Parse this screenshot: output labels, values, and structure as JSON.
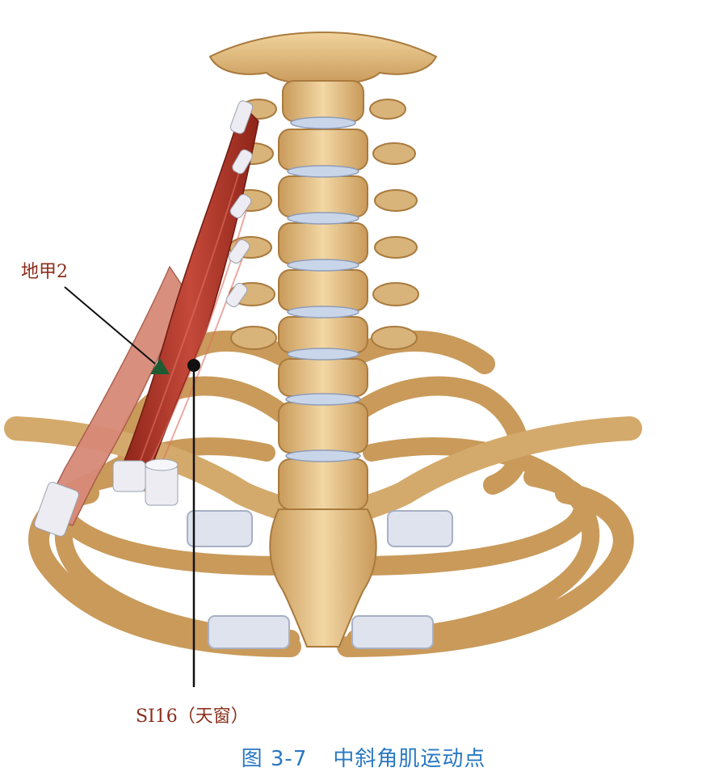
{
  "labels": {
    "point_1": "地甲2",
    "point_2": "SI16（天窗）"
  },
  "caption": {
    "figure_number": "图 3-7",
    "title": "中斜角肌运动点"
  },
  "colors": {
    "bone": "#e2bf86",
    "bone_shadow": "#b88a4e",
    "cartilage": "#dfe3ee",
    "disc": "#c9d6ea",
    "muscle": "#b23a2a",
    "muscle_light": "#d88a78",
    "tendon": "#e8e8ee",
    "marker_triangle": "#1f5a33",
    "marker_dot": "#111111",
    "label_text": "#8a2e1c",
    "caption_text": "#2a78c2"
  }
}
